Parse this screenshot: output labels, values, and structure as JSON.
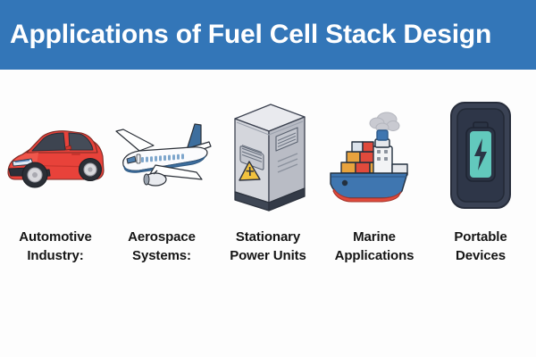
{
  "header": {
    "title": "Applications of Fuel Cell Stack Design",
    "background_color": "#3376b8",
    "text_color": "#ffffff"
  },
  "page": {
    "background_color": "#fdfdfd",
    "label_color": "#151515"
  },
  "items": [
    {
      "icon": "car-icon",
      "label_line1": "Automotive",
      "label_line2": "Industry:",
      "colors": {
        "body": "#e8423a",
        "body_dark": "#c9342d",
        "glass": "#3d4450",
        "wheel": "#d8d8dc"
      }
    },
    {
      "icon": "airplane-icon",
      "label_line1": "Aerospace",
      "label_line2": "Systems:",
      "colors": {
        "fuselage": "#fbfbfd",
        "accent": "#3d6e9e",
        "accent_dark": "#2f5880",
        "outline": "#2b3038"
      }
    },
    {
      "icon": "power-cabinet-icon",
      "label_line1": "Stationary",
      "label_line2": "Power Units",
      "colors": {
        "front": "#d4d6dc",
        "side": "#b9bcc5",
        "top": "#e9eaee",
        "base": "#3e4654",
        "warning": "#f2c23e"
      }
    },
    {
      "icon": "container-ship-icon",
      "label_line1": "Marine",
      "label_line2": "Applications",
      "colors": {
        "hull": "#3f76b0",
        "hull_red": "#e04a3c",
        "container_orange": "#e8a33d",
        "container_red": "#e04a3c",
        "smoke": "#c9cad1"
      }
    },
    {
      "icon": "portable-battery-device-icon",
      "label_line1": "Portable",
      "label_line2": "Devices",
      "colors": {
        "shell": "#3a4254",
        "shell_inner": "#2e3648",
        "battery": "#62c9bd",
        "bolt": "#2b3445"
      }
    }
  ]
}
